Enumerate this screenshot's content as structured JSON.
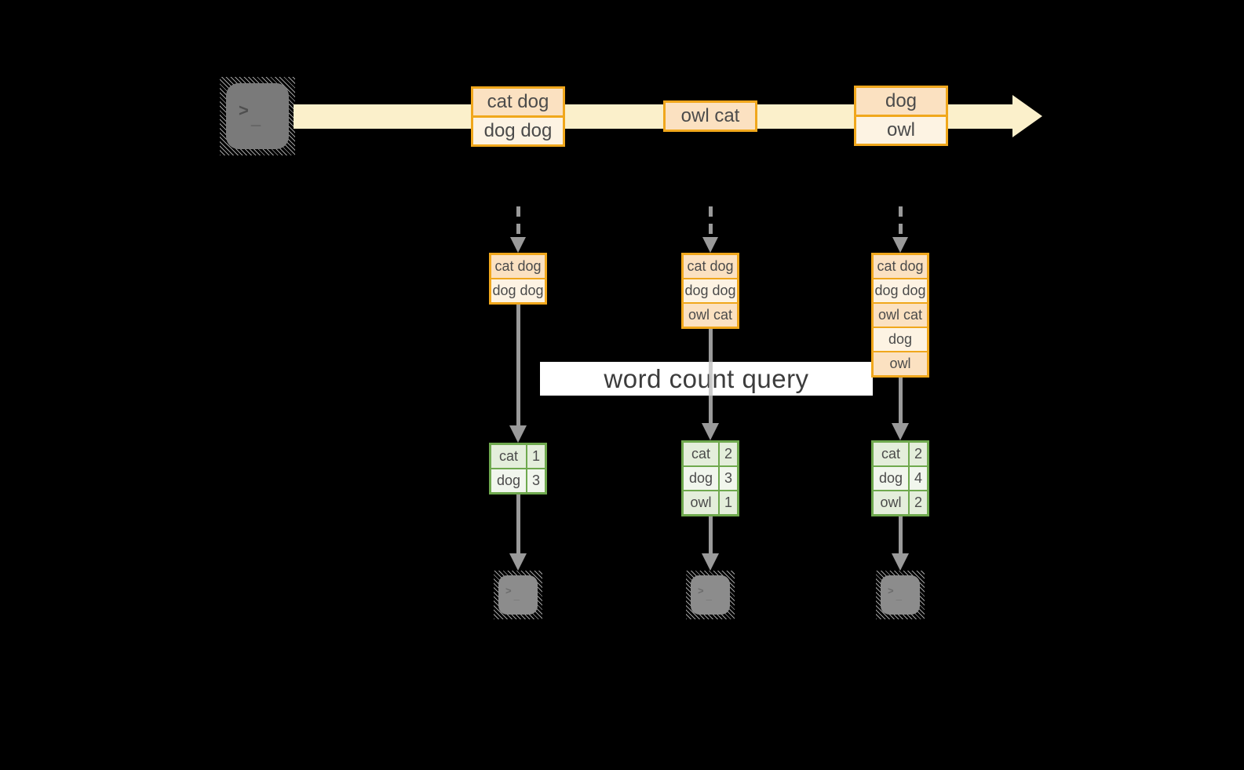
{
  "diagram": {
    "query_label": "word count query"
  },
  "colors": {
    "background": "#000000",
    "stream_band": "#FBF0CB",
    "orange_border": "#F0A71C",
    "peach_fill": "#FBE1C1",
    "cream_fill": "#FDF3E3",
    "green_border": "#6FA94E",
    "green_fill_odd": "#E4EEDB",
    "green_fill_even": "#F1F6ED",
    "arrow_gray": "rgba(193,193,193,0.8)",
    "terminal_gray": "#8C8C8C",
    "terminal_gray_dark": "#7A7A7A",
    "label_bg": "#FFFFFF",
    "label_text": "#3C3C3C",
    "box_text": "#4B4B4B"
  },
  "glyphs": {
    "terminal_prompt": ">",
    "terminal_cursor": "_"
  },
  "stream": {
    "events": [
      {
        "lines": [
          "cat dog",
          "dog dog"
        ]
      },
      {
        "lines": [
          "owl cat"
        ]
      },
      {
        "lines": [
          "dog",
          "owl"
        ]
      }
    ]
  },
  "columns": [
    {
      "buffer": [
        "cat dog",
        "dog dog"
      ],
      "counts": [
        {
          "word": "cat",
          "value": "1"
        },
        {
          "word": "dog",
          "value": "3"
        }
      ]
    },
    {
      "buffer": [
        "cat dog",
        "dog dog",
        "owl cat"
      ],
      "counts": [
        {
          "word": "cat",
          "value": "2"
        },
        {
          "word": "dog",
          "value": "3"
        },
        {
          "word": "owl",
          "value": "1"
        }
      ]
    },
    {
      "buffer": [
        "cat dog",
        "dog dog",
        "owl cat",
        "dog",
        "owl"
      ],
      "counts": [
        {
          "word": "cat",
          "value": "2"
        },
        {
          "word": "dog",
          "value": "4"
        },
        {
          "word": "owl",
          "value": "2"
        }
      ]
    }
  ]
}
